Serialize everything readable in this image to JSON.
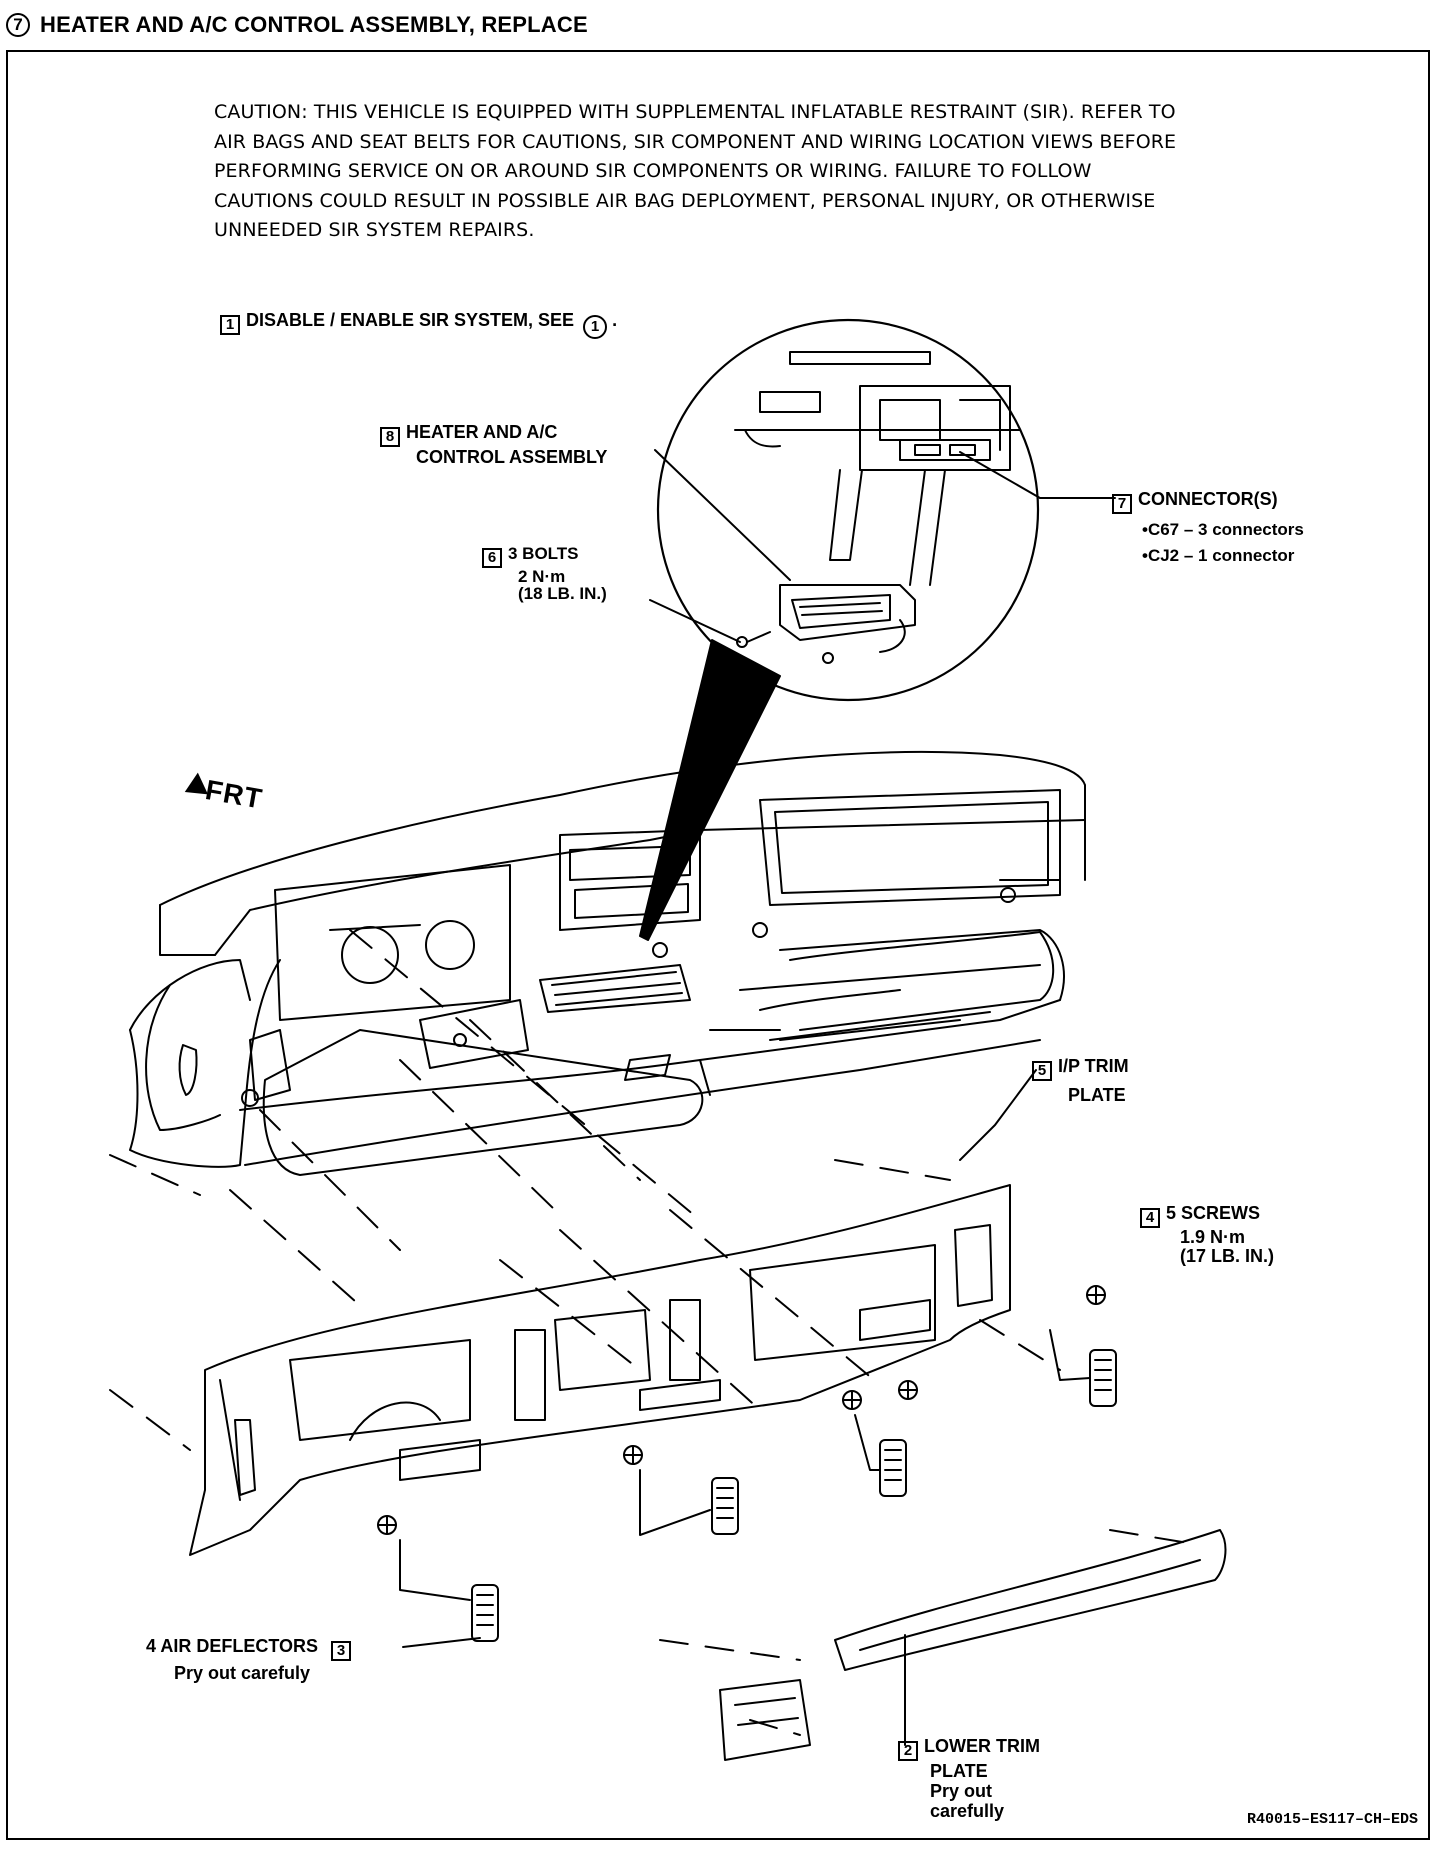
{
  "header": {
    "step_number": "7",
    "title": "HEATER AND A/C CONTROL ASSEMBLY, REPLACE"
  },
  "caution": {
    "lines": [
      "CAUTION: THIS VEHICLE IS EQUIPPED WITH SUPPLEMENTAL INFLATABLE RESTRAINT (SIR). REFER TO",
      "AIR BAGS AND SEAT BELTS FOR CAUTIONS, SIR COMPONENT AND WIRING LOCATION VIEWS BEFORE",
      "PERFORMING SERVICE ON OR AROUND SIR COMPONENTS OR WIRING. FAILURE TO FOLLOW",
      "CAUTIONS COULD RESULT IN POSSIBLE AIR BAG DEPLOYMENT, PERSONAL INJURY, OR OTHERWISE",
      "UNNEEDED SIR SYSTEM REPAIRS."
    ]
  },
  "callouts": {
    "c1": {
      "num": "1",
      "text": "DISABLE / ENABLE SIR SYSTEM, SEE",
      "ref": "1",
      "suffix": "."
    },
    "c8": {
      "num": "8",
      "line1": "HEATER AND A/C",
      "line2": "CONTROL ASSEMBLY"
    },
    "c7": {
      "num": "7",
      "line1": "CONNECTOR(S)",
      "line2": "•C67 – 3  connectors",
      "line3": "•CJ2 – 1 connector"
    },
    "c6": {
      "num": "6",
      "line1": "3 BOLTS",
      "line2": "2 N·m",
      "line3": "(18 LB. IN.)"
    },
    "c5": {
      "num": "5",
      "line1": "I/P TRIM",
      "line2": "PLATE"
    },
    "c4": {
      "num": "4",
      "line1": "5 SCREWS",
      "line2": "1.9 N·m",
      "line3": "(17 LB. IN.)"
    },
    "c3": {
      "num": "3",
      "line1": "4 AIR DEFLECTORS",
      "line2": "Pry out carefuly"
    },
    "c2": {
      "num": "2",
      "line1": "LOWER TRIM",
      "line2": "PLATE",
      "line3": "Pry out",
      "line4": "carefully"
    }
  },
  "direction": {
    "label": "FRT"
  },
  "figure_code": "R40015–ES117–CH–EDS"
}
